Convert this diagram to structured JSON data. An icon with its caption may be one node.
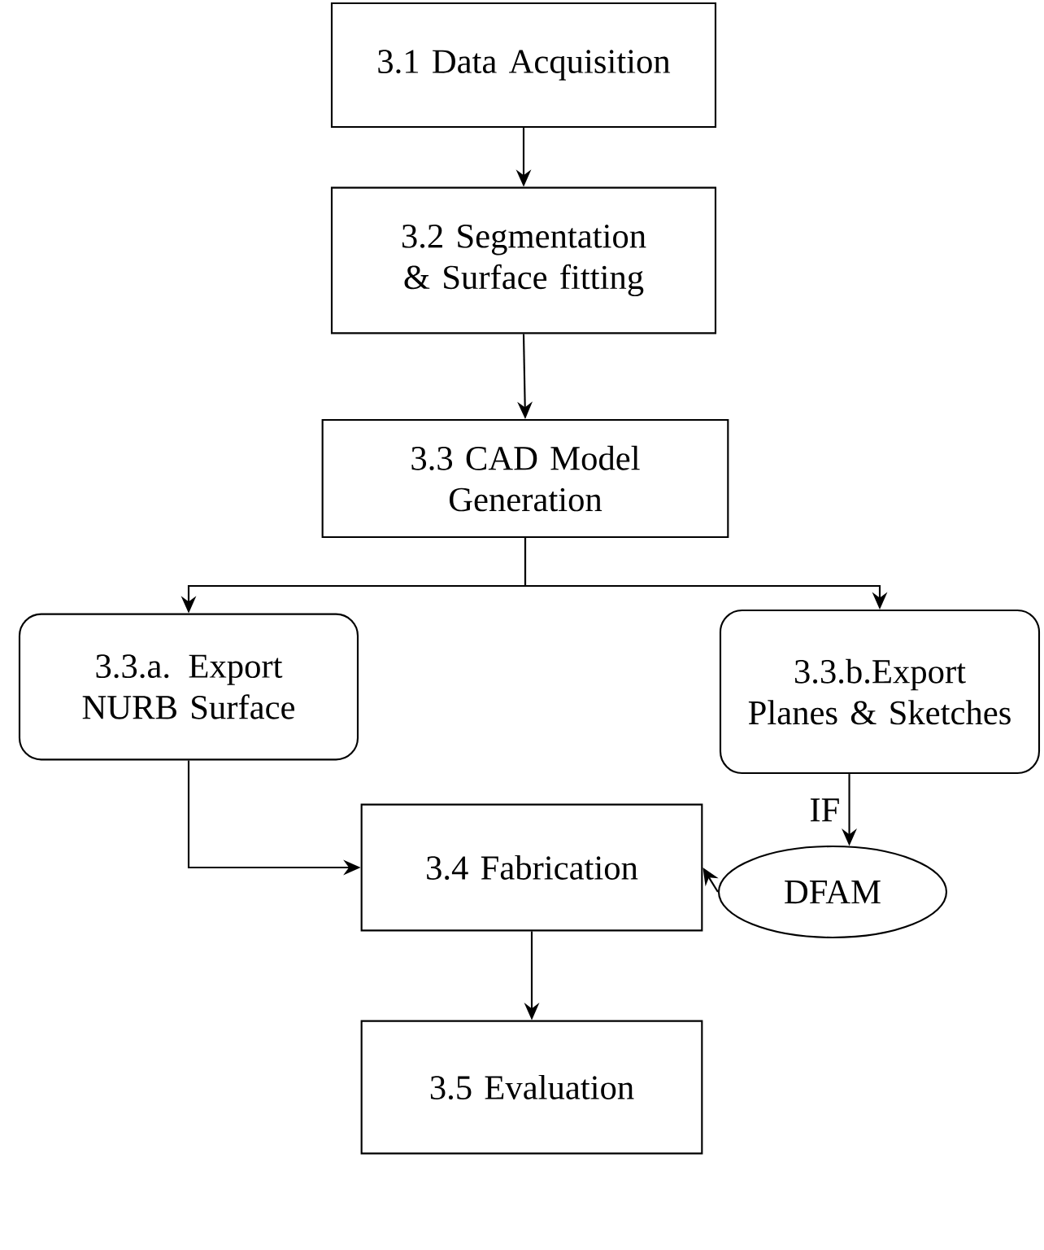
{
  "diagram": {
    "nodes": [
      {
        "text": [
          "3.1 Data Acquisition"
        ]
      },
      {
        "text": [
          "3.2 Segmentation & Surface fitting"
        ]
      },
      {
        "text": [
          "3.3 CAD Model Generation"
        ]
      },
      {
        "text": [
          "3.3.a. Export NURB Surface"
        ]
      },
      {
        "text": [
          "3.3.b.Export Planes & Sketches"
        ]
      },
      {
        "text": [
          "3.4 Fabrication"
        ]
      },
      {
        "text": [
          "DFAM"
        ]
      },
      {
        "text": [
          "3.5 Evaluation"
        ]
      }
    ],
    "edges": [
      {
        "from": 0,
        "to": 1,
        "arrow": "to"
      },
      {
        "from": 1,
        "to": 2,
        "arrow": "to"
      },
      {
        "from": 2,
        "to": 3,
        "arrow": "to"
      },
      {
        "from": 2,
        "to": 4,
        "arrow": "to"
      },
      {
        "from": 3,
        "to": 5,
        "arrow": "to"
      },
      {
        "from": 4,
        "to": 6,
        "arrow": "to",
        "label": "IF"
      },
      {
        "from": 6,
        "to": 5,
        "arrow": "to"
      },
      {
        "from": 5,
        "to": 7,
        "arrow": "to"
      }
    ]
  }
}
